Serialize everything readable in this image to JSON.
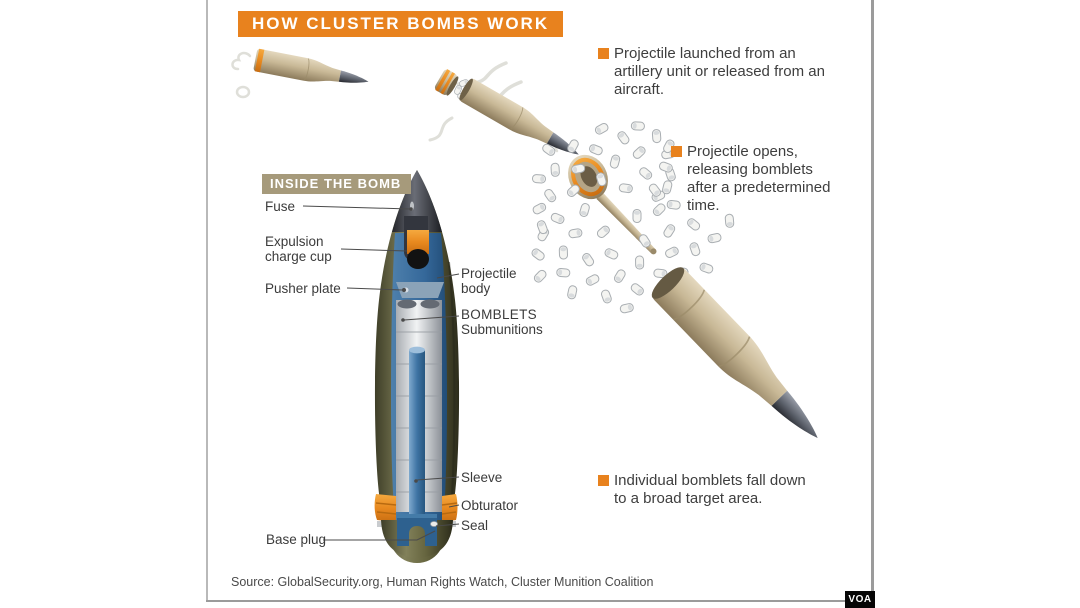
{
  "title": "HOW CLUSTER BOMBS WORK",
  "steps": [
    {
      "text": "Projectile launched from an artillery unit or released from an aircraft."
    },
    {
      "text": "Projectile opens, releasing bomblets after a predetermined time."
    },
    {
      "text": "Individual bomblets fall down to a broad target area."
    }
  ],
  "inside_the_bomb": {
    "header": "INSIDE THE BOMB",
    "labels": {
      "fuse": "Fuse",
      "expulsion_charge_cup": "Expulsion charge cup",
      "pusher_plate": "Pusher plate",
      "projectile_body": "Projectile body",
      "bomblets": "BOMBLETS",
      "submunitions": "Submunitions",
      "sleeve": "Sleeve",
      "obturator": "Obturator",
      "seal": "Seal",
      "base_plug": "Base plug"
    }
  },
  "source": "Source: GlobalSecurity.org, Human Rights Watch, Cluster Munition Coalition",
  "logo": {
    "text": "VOA"
  },
  "colors": {
    "accent_orange": "#E8821E",
    "header_tan": "#A69A7B",
    "body_text": "#3E3E3E"
  }
}
